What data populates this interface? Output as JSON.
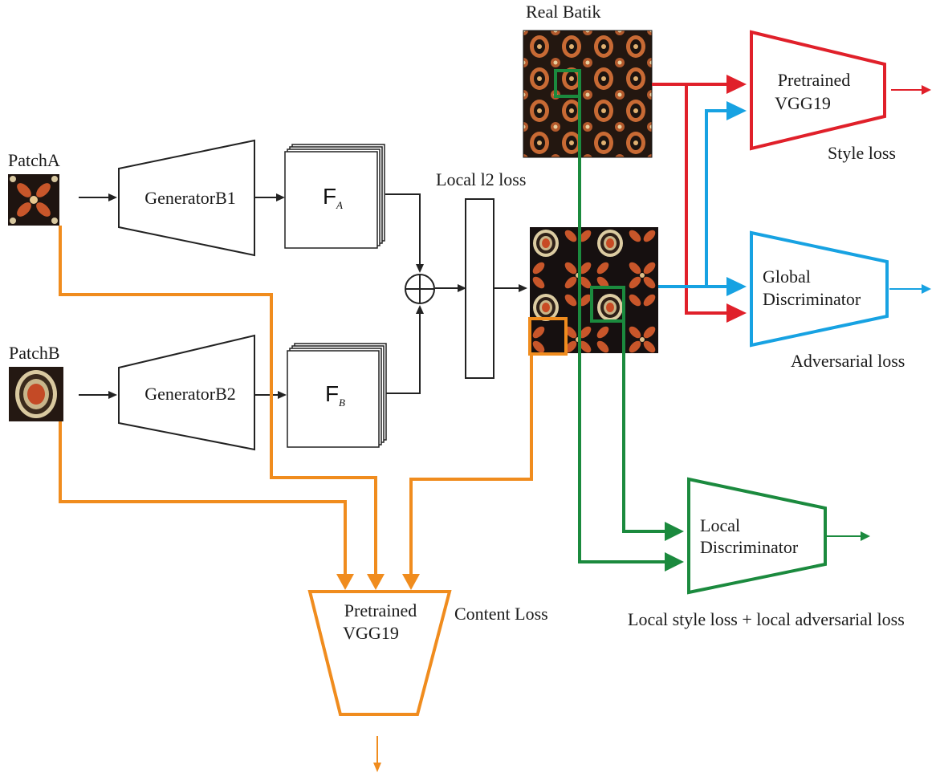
{
  "inputs": {
    "patch_a": "PatchA",
    "patch_b": "PatchB",
    "real_batik": "Real Batik"
  },
  "generators": {
    "b1": "GeneratorB1",
    "b2": "GeneratorB2"
  },
  "features": {
    "a_main": "F",
    "a_sub": "A",
    "b_main": "F",
    "b_sub": "B"
  },
  "losses": {
    "local_l2": "Local l2 loss",
    "style": "Style loss",
    "adversarial": "Adversarial loss",
    "content": "Content Loss",
    "local_combo": "Local style loss + local adversarial loss"
  },
  "networks": {
    "vgg_top_line1": "Pretrained",
    "vgg_top_line2": "VGG19",
    "global_disc_line1": "Global",
    "global_disc_line2": "Discriminator",
    "local_disc_line1": "Local",
    "local_disc_line2": "Discriminator",
    "vgg_bottom_line1": "Pretrained",
    "vgg_bottom_line2": "VGG19"
  },
  "colors": {
    "style_path": "#e0202a",
    "adversarial_path": "#17a2e2",
    "content_path": "#f08c1e",
    "local_path": "#1b8a3e",
    "generator_path": "#222222"
  }
}
